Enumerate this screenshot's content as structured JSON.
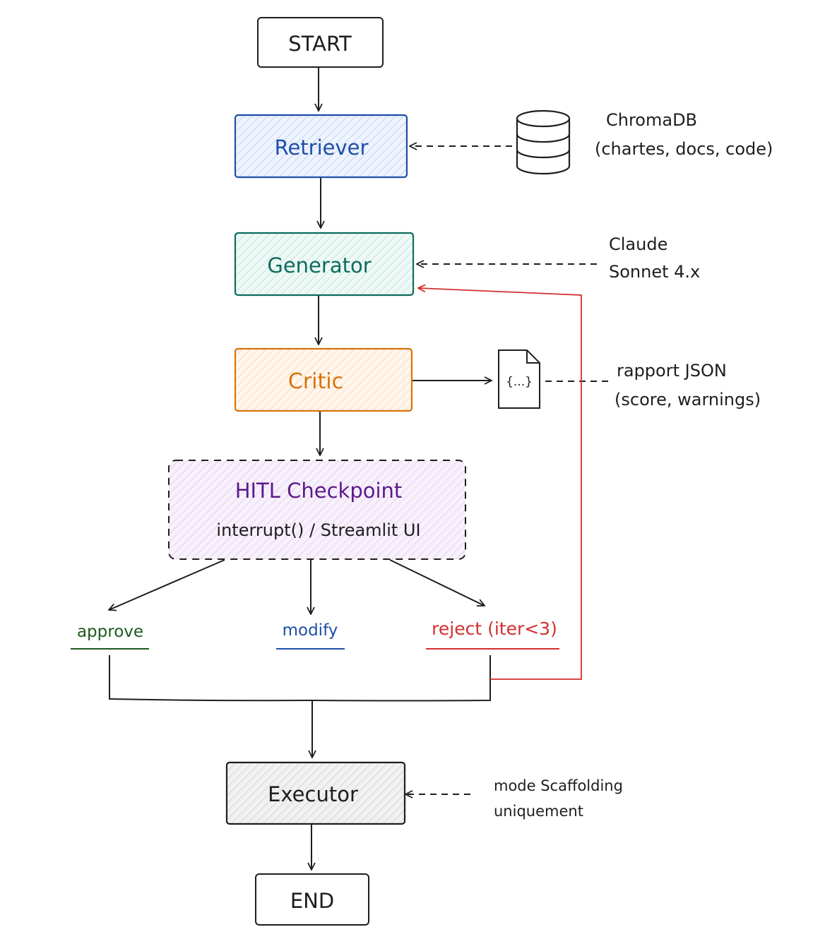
{
  "nodes": {
    "start": {
      "label": "START"
    },
    "retriever": {
      "label": "Retriever"
    },
    "generator": {
      "label": "Generator"
    },
    "critic": {
      "label": "Critic"
    },
    "hitl": {
      "title": "HITL Checkpoint",
      "subtitle": "interrupt() / Streamlit UI"
    },
    "executor": {
      "label": "Executor"
    },
    "end": {
      "label": "END"
    }
  },
  "branches": {
    "approve": "approve",
    "modify": "modify",
    "reject": "reject (iter<3)"
  },
  "notes": {
    "chromadb": {
      "line1": "ChromaDB",
      "line2": "(chartes, docs, code)"
    },
    "claude": {
      "line1": "Claude",
      "line2": "Sonnet 4.x"
    },
    "json_doc": "{...}",
    "rapport": {
      "line1": "rapport JSON",
      "line2": "(score, warnings)"
    },
    "scaffolding": {
      "line1": "mode Scaffolding",
      "line2": "uniquement"
    }
  },
  "colors": {
    "ink": "#1e1e1e",
    "retriever": "#1f4fa8",
    "retriever_fill": "#dbe7fb",
    "generator": "#0f6b5c",
    "generator_fill": "#d9f2ec",
    "critic": "#d9730d",
    "critic_fill": "#fde7cf",
    "hitl": "#5b1a8a",
    "hitl_fill": "#ede0f5",
    "executor_fill": "#e8e8e8",
    "approve": "#1d5a1d",
    "modify": "#1f4fa8",
    "reject": "#d32f2f"
  }
}
